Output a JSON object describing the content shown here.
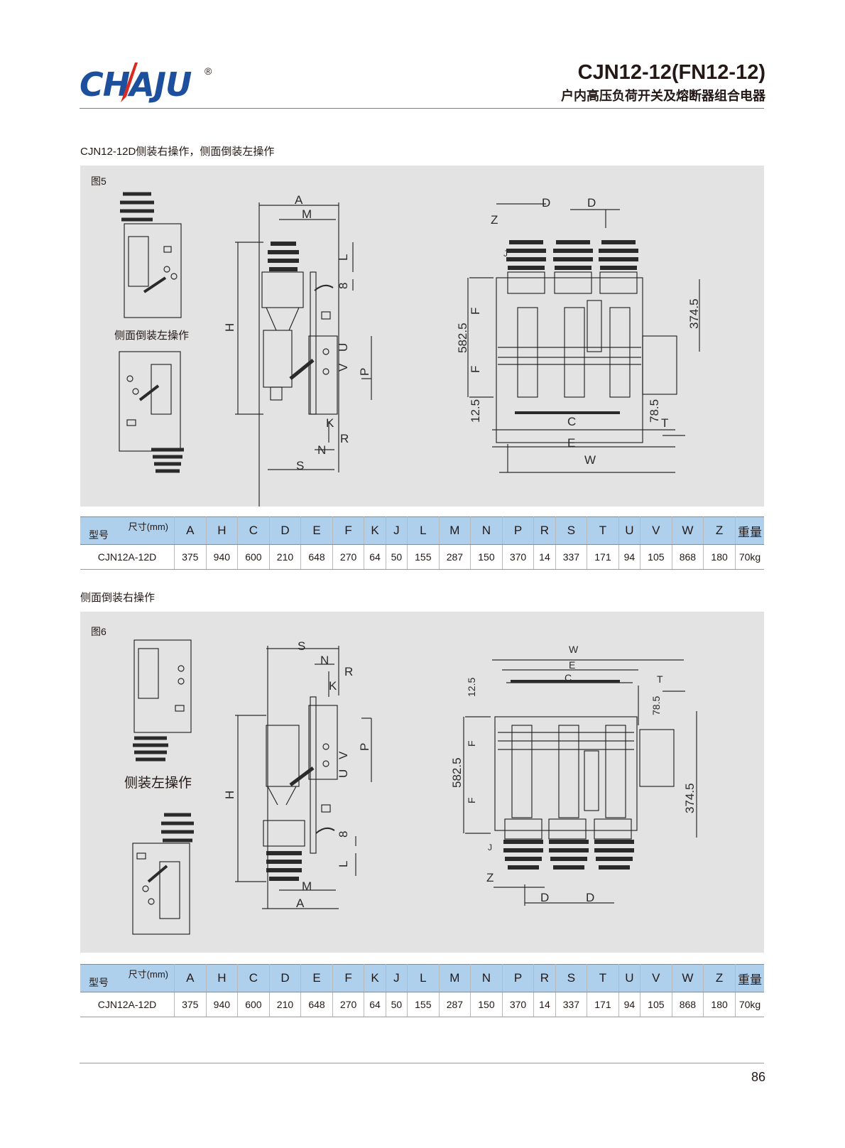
{
  "brand": {
    "logo_text": "CHAJU",
    "registered_mark": "®",
    "primary_color": "#1e4f9c",
    "accent_color": "#d72a20"
  },
  "header": {
    "model_title": "CJN12-12(FN12-12)",
    "product_name": "户内高压负荷开关及熔断器组合电器"
  },
  "section1": {
    "title": "CJN12-12D侧装右操作，侧面倒装左操作",
    "figure_label": "图5",
    "side_caption": "侧面倒装左操作"
  },
  "section2": {
    "title": "侧面倒装右操作",
    "figure_label": "图6",
    "side_caption": "侧装左操作"
  },
  "dim_labels": {
    "A": "A",
    "M": "M",
    "L": "L",
    "H": "H",
    "S": "S",
    "N": "N",
    "R": "R",
    "K": "K",
    "U": "U",
    "V": "V",
    "P": "P",
    "D": "D",
    "Z": "Z",
    "J": "J",
    "F": "F",
    "C": "C",
    "E": "E",
    "W": "W",
    "T": "T",
    "eight": "8",
    "v582": "582.5",
    "v12": "12.5",
    "v374": "374.5",
    "v78": "78.5"
  },
  "table": {
    "corner_top": "尺寸(mm)",
    "corner_bottom": "型号",
    "columns": [
      "A",
      "H",
      "C",
      "D",
      "E",
      "F",
      "K",
      "J",
      "L",
      "M",
      "N",
      "P",
      "R",
      "S",
      "T",
      "U",
      "V",
      "W",
      "Z"
    ],
    "weight_header": "重量",
    "row": {
      "model": "CJN12A-12D",
      "values": [
        "375",
        "940",
        "600",
        "210",
        "648",
        "270",
        "64",
        "50",
        "155",
        "287",
        "150",
        "370",
        "14",
        "337",
        "171",
        "94",
        "105",
        "868",
        "180"
      ],
      "weight": "70kg"
    }
  },
  "footer": {
    "page_number": "86"
  }
}
